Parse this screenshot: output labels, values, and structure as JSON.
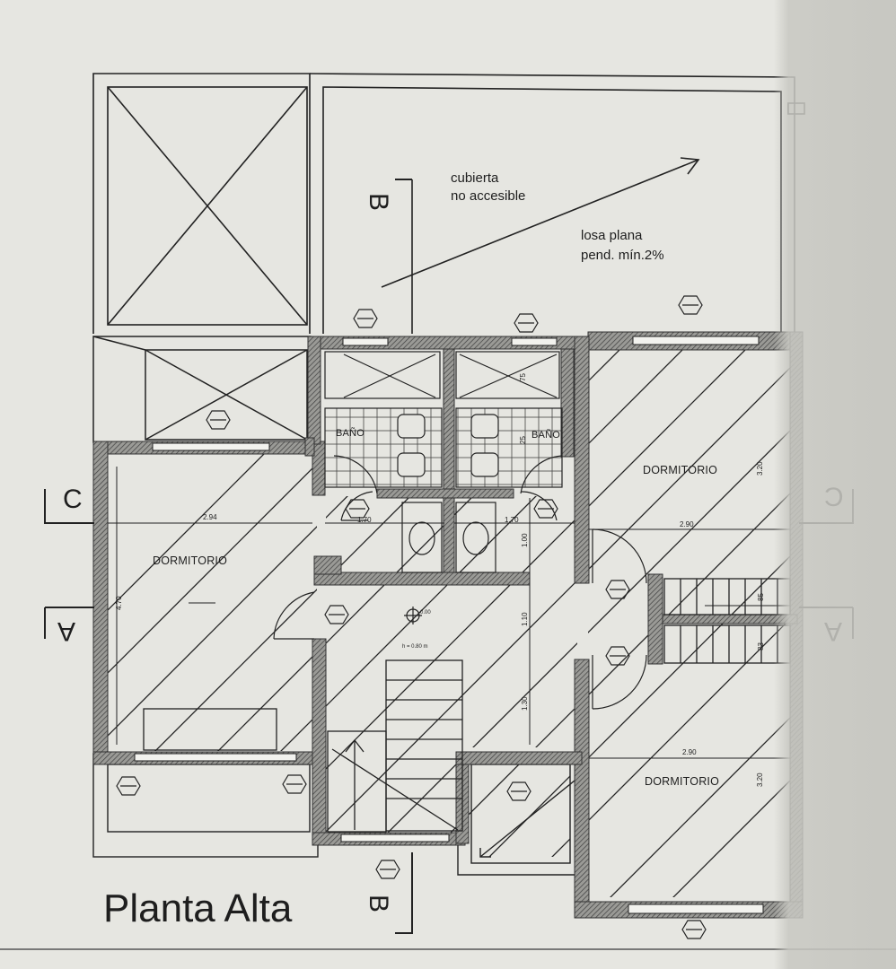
{
  "drawing": {
    "title": "Planta Alta",
    "roof_note_1": "cubierta",
    "roof_note_2": "no accesible",
    "slab_note_1": "losa plana",
    "slab_note_2": "pend. mín.2%",
    "section_labels": {
      "a": "A",
      "b": "B",
      "c": "C"
    },
    "rooms": {
      "dormitorio_left": "DORMITORIO",
      "dormitorio_right_top": "DORMITORIO",
      "dormitorio_right_bottom": "DORMITORIO",
      "bano_left": "BAÑO",
      "bano_right": "BAÑO"
    },
    "dimensions": {
      "left_width": "2.94",
      "bano_left_width": "1.70",
      "bano_right_width": "1.70",
      "right_width_top": "2.90",
      "right_width_bottom": "2.90",
      "left_height": "4.70",
      "corridor_1": "1.00",
      "corridor_2": "1.10",
      "corridor_3": "1.30",
      "right_height_top": "3.20",
      "right_height_bottom": "3.20",
      "bath_depth_1": "75",
      "bath_depth_2": "25",
      "stair_1": "85",
      "stair_2": "83",
      "level_note": "h = 0.80 m",
      "level_mark": "0.00"
    }
  },
  "colors": {
    "paper": "#e6e6e1",
    "ink": "#1e1e1e",
    "wall": "#6f6f6f"
  }
}
